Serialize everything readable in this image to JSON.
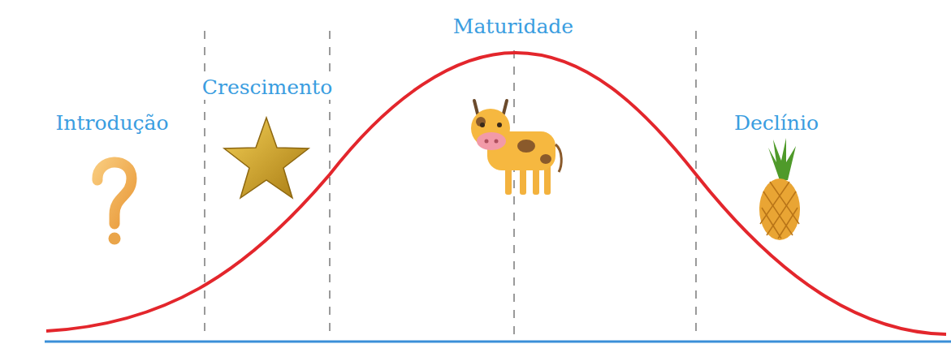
{
  "diagram": {
    "labels": [
      "Introdução",
      "Crescimento",
      "Maturidade",
      "Declínio"
    ]
  }
}
